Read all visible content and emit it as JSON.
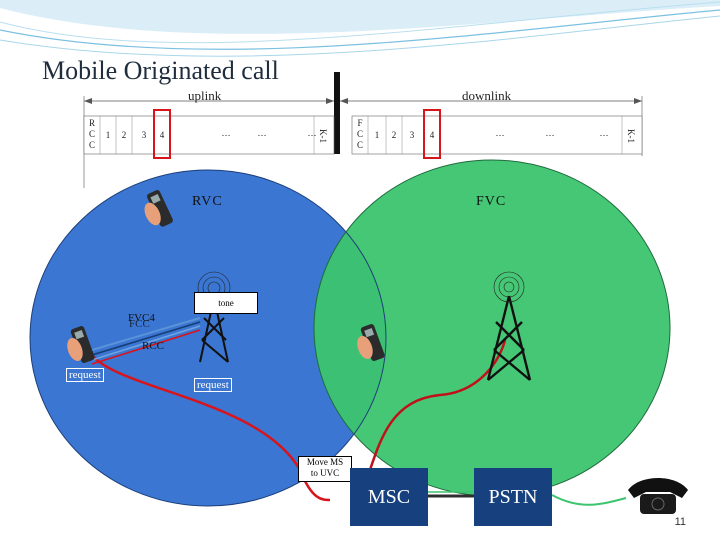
{
  "title": "Mobile Originated call",
  "uplink": {
    "label": "uplink",
    "cells": [
      "R\nC\nC",
      "1",
      "2",
      "3",
      "4",
      "…",
      "…",
      "…",
      "K-1"
    ]
  },
  "downlink": {
    "label": "downlink",
    "cells": [
      "F\nC\nC",
      "1",
      "2",
      "3",
      "4",
      "…",
      "…",
      "…",
      "K-1"
    ]
  },
  "cells": {
    "left_label": "RVC",
    "right_label": "FVC"
  },
  "labels": {
    "tone": "tone",
    "fvc4": "FVC4",
    "fcc": "FCC",
    "rcc": "RCC",
    "request_left": "request",
    "request_center": "request",
    "move_ms": "Move MS\nto UVC"
  },
  "network": {
    "msc": "MSC",
    "pstn": "PSTN"
  },
  "colors": {
    "left_cell": "#2f6fd0",
    "right_cell": "#3cc46e",
    "network_box": "#16407e",
    "signal_line": "#d8141c",
    "highlight": "#d8141c"
  },
  "page_number": "11"
}
